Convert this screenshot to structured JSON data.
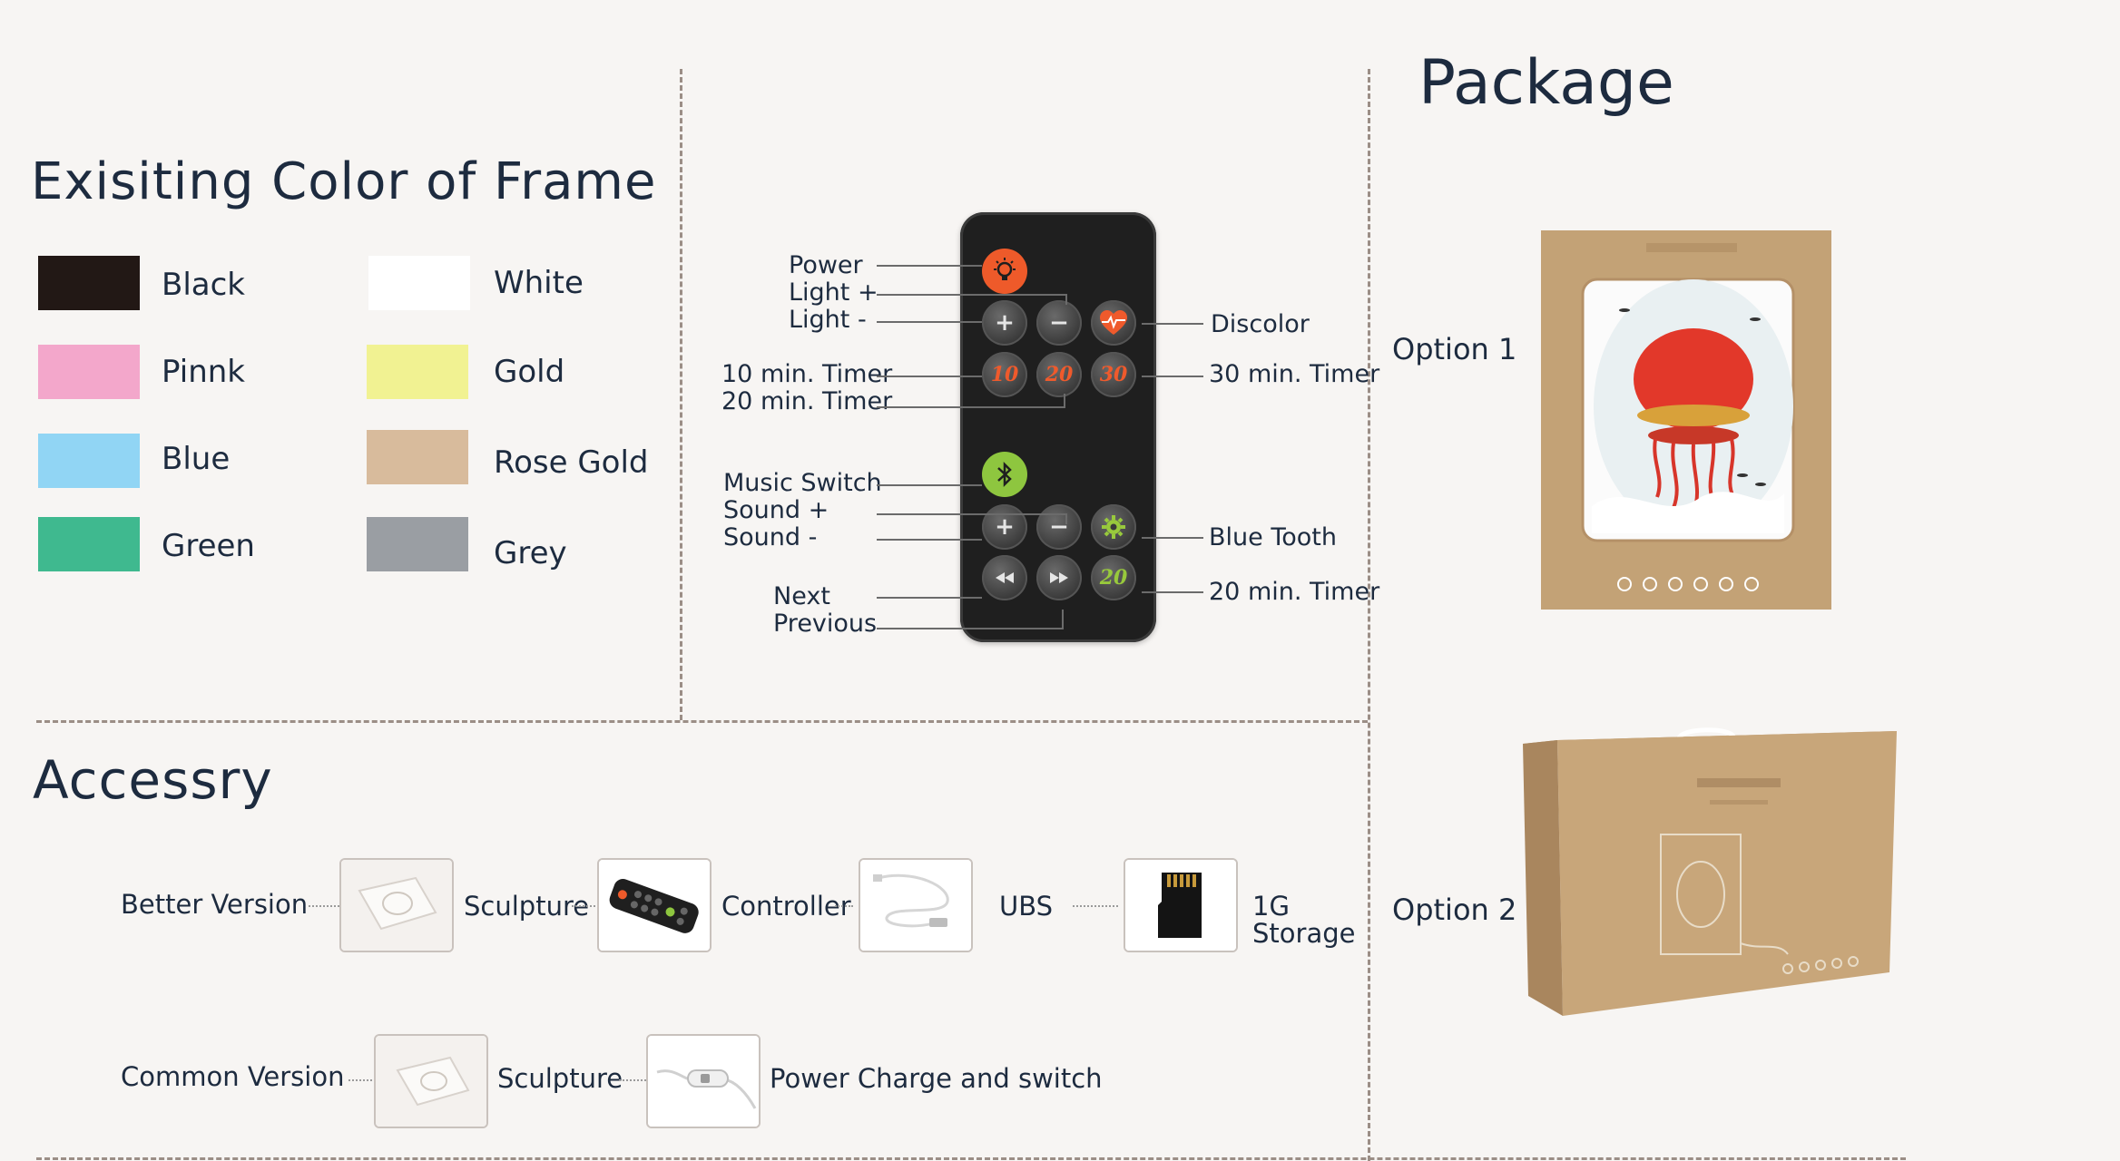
{
  "colors": {
    "title": "Exisiting Color of Frame",
    "items": [
      {
        "name": "Black",
        "hex": "#221815"
      },
      {
        "name": "White",
        "hex": "#ffffff"
      },
      {
        "name": "Pinnk",
        "hex": "#f3a7cb"
      },
      {
        "name": "Gold",
        "hex": "#f1f292"
      },
      {
        "name": "Blue",
        "hex": "#91d5f4"
      },
      {
        "name": "Rose Gold",
        "hex": "#d8bb9c"
      },
      {
        "name": "Green",
        "hex": "#3fb98f"
      },
      {
        "name": "Grey",
        "hex": "#9a9ea3"
      }
    ]
  },
  "remote": {
    "left_labels": [
      "Power",
      "Light +",
      "Light -",
      "10 min. Timer",
      "20 min. Timer",
      "Music Switch",
      "Sound +",
      "Sound -",
      "Next",
      "Previous"
    ],
    "right_labels": [
      "Discolor",
      "30 min. Timer",
      "Blue Tooth",
      "20 min. Timer"
    ],
    "buttons": {
      "plus": "+",
      "minus": "−",
      "t10": "10",
      "t20": "20",
      "t30": "30",
      "sound_plus": "+",
      "sound_minus": "−",
      "timer20": "20"
    }
  },
  "accessory": {
    "title": "Accessry",
    "better_label": "Better Version",
    "better_items": [
      "Sculpture",
      "Controller",
      "UBS",
      "1G",
      "Storage"
    ],
    "common_label": "Common Version",
    "common_items": [
      "Sculpture",
      "Power Charge and switch"
    ]
  },
  "package": {
    "title": "Package",
    "option1": "Option 1",
    "option2": "Option 2"
  }
}
